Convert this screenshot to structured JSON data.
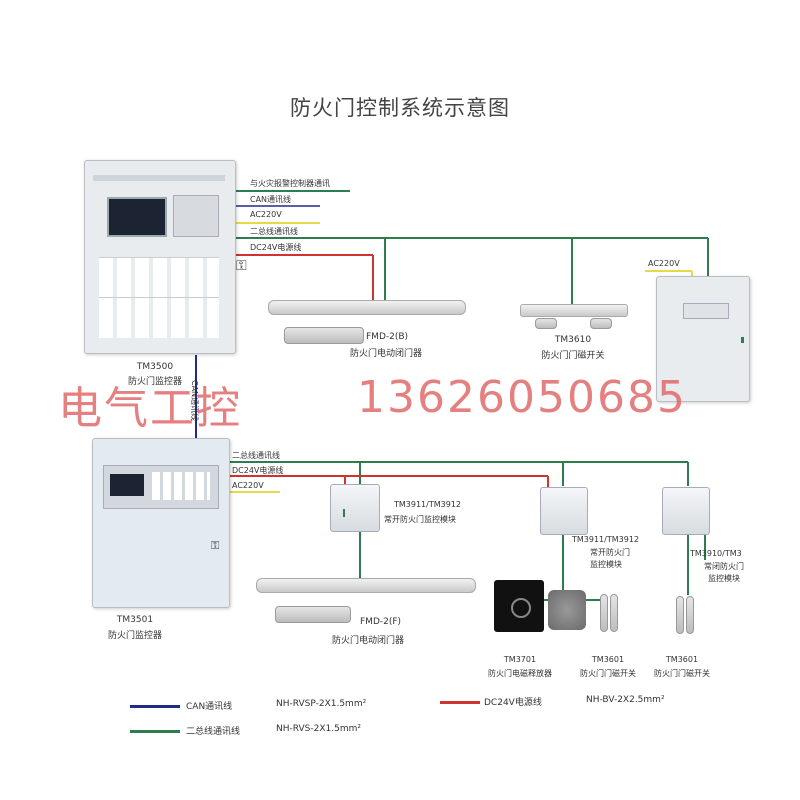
{
  "title": "防火门控制系统示意图",
  "wires": {
    "fire_alarm_comm": "与火灾报警控制器通讯",
    "can": "CAN通讯线",
    "ac220_top": "AC220V",
    "bus2_top": "二总线通讯线",
    "dc24_top": "DC24V电源线",
    "ac220_right": "AC220V",
    "bus2_bottom": "二总线通讯线",
    "dc24_bottom": "DC24V电源线",
    "ac220_bottom": "AC220V",
    "can_vertical": "CAN通讯线"
  },
  "devices": {
    "tm3500": {
      "model": "TM3500",
      "name": "防火门监控器"
    },
    "tm3501": {
      "model": "TM3501",
      "name": "防火门监控器"
    },
    "fmd2b": {
      "model": "FMD-2(B)",
      "name": "防火门电动闭门器"
    },
    "tm3610": {
      "model": "TM3610",
      "name": "防火门门磁开关"
    },
    "fmd2f": {
      "model": "FMD-2(F)",
      "name": "防火门电动闭门器"
    },
    "tm3911a": {
      "model": "TM3911/TM3912",
      "name": "常开防火门监控模块"
    },
    "tm3911b": {
      "model": "TM3911/TM3912",
      "name1": "常开防火门",
      "name2": "监控模块"
    },
    "tm3910": {
      "model": "TM3910/TM3",
      "name1": "常闭防火门",
      "name2": "监控模块"
    },
    "tm3701": {
      "model": "TM3701",
      "name": "防火门电磁释放器"
    },
    "tm3601a": {
      "model": "TM3601",
      "name": "防火门门磁开关"
    },
    "tm3601b": {
      "model": "TM3601",
      "name": "防火门门磁开关"
    }
  },
  "watermark": {
    "left": "电气工控",
    "right": "13626050685"
  },
  "legend": [
    {
      "label": "CAN通讯线",
      "spec": "NH-RVSP-2X1.5mm²",
      "color": "#1f2a8a"
    },
    {
      "label": "二总线通讯线",
      "spec": "NH-RVS-2X1.5mm²",
      "color": "#2e7d4f"
    },
    {
      "label": "DC24V电源线",
      "spec": "NH-BV-2X2.5mm²",
      "color": "#d0322e"
    }
  ],
  "colors": {
    "can": "#1f2a8a",
    "bus2": "#2e7d4f",
    "dc24": "#d0322e",
    "ac220": "#e8d94a"
  },
  "icons": [
    "key-icon",
    "door-closer",
    "magnetic-switch",
    "module-box",
    "electromagnet-holder"
  ]
}
